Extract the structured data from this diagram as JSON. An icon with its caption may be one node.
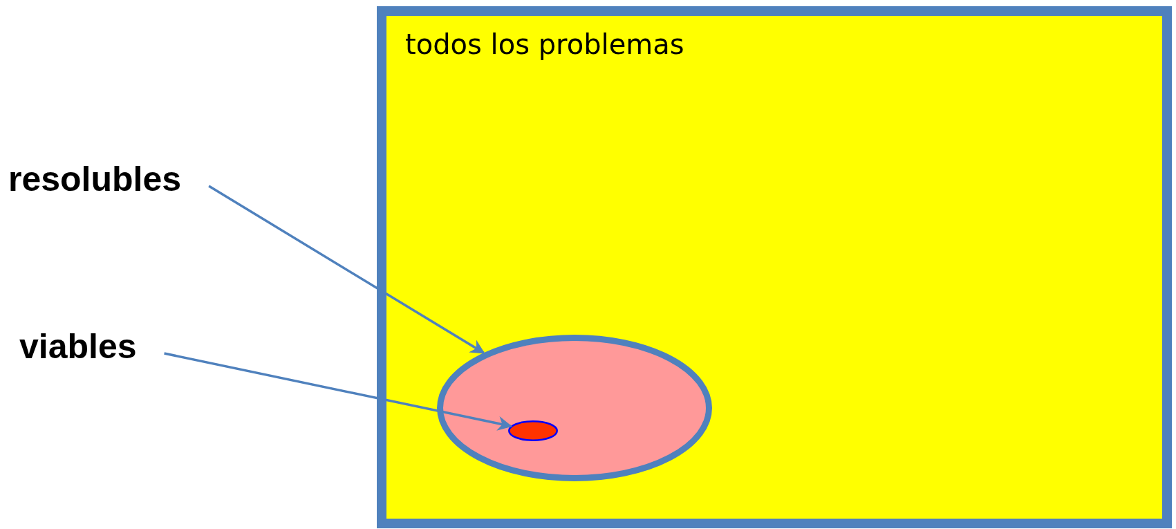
{
  "diagram": {
    "nodes": [
      {
        "text": [
          "todos los problemas"
        ]
      },
      {
        "text": [],
        "shape": "ellipse",
        "in": 0
      },
      {
        "text": [],
        "shape": "ellipse",
        "in": 1
      },
      {
        "text": [
          "resolubles"
        ]
      },
      {
        "text": [
          "viables"
        ]
      }
    ],
    "edges": [
      {
        "from": 3,
        "to": 1,
        "arrow": "to"
      },
      {
        "from": 4,
        "to": 2,
        "arrow": "to"
      }
    ]
  }
}
